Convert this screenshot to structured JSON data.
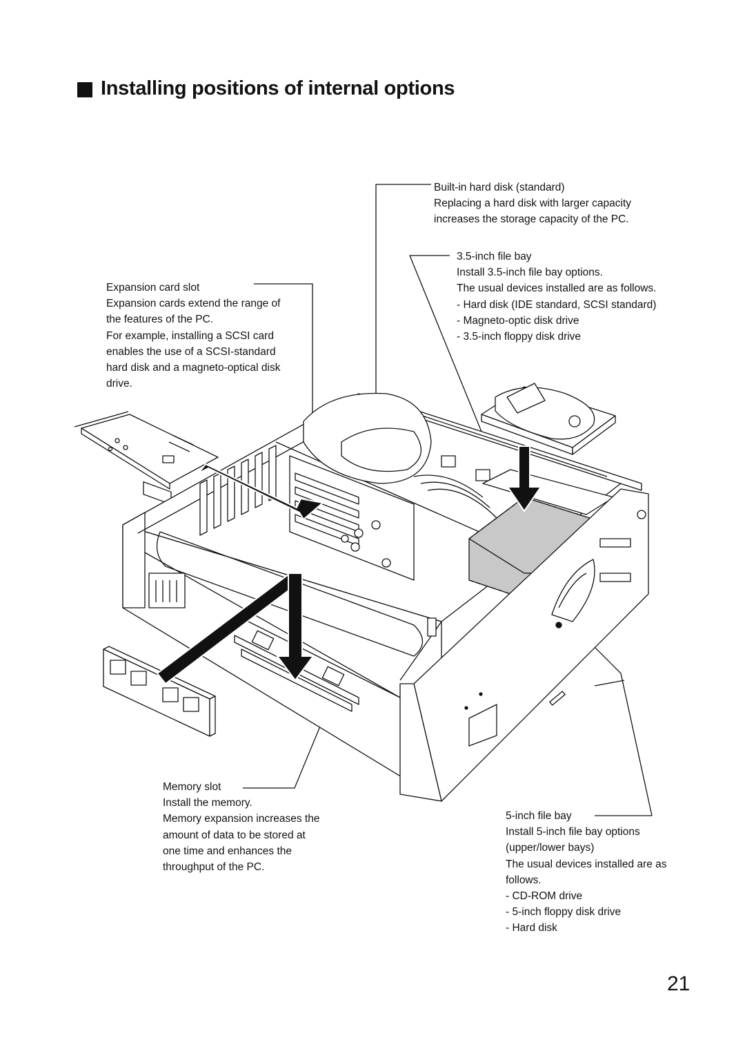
{
  "heading": "Installing positions of internal options",
  "callouts": {
    "hard_disk": {
      "title": "Built-in hard disk (standard)",
      "lines": [
        "Replacing a hard disk with larger capacity",
        "increases the storage capacity of the PC."
      ]
    },
    "bay35": {
      "title": "3.5-inch file bay",
      "lines": [
        "Install 3.5-inch file bay options.",
        "The usual devices installed are as follows."
      ],
      "items": [
        "Hard disk (IDE standard, SCSI standard)",
        "Magneto-optic disk drive",
        "3.5-inch floppy disk drive"
      ]
    },
    "expansion": {
      "title": "Expansion card slot",
      "lines": [
        "Expansion cards extend the range of",
        "the features of the PC.",
        "For example, installing a SCSI card",
        "enables the use of a SCSI-standard",
        "hard disk and a magneto-optical disk",
        "drive."
      ]
    },
    "memory": {
      "title": "Memory slot",
      "lines": [
        "Install the memory.",
        "Memory expansion increases the",
        "amount of data to be stored at",
        "one time and enhances the",
        "throughput of the PC."
      ]
    },
    "bay5": {
      "title": "5-inch file bay",
      "lines": [
        "Install 5-inch file bay options",
        "(upper/lower bays)",
        "The usual devices installed are as",
        "follows."
      ],
      "items": [
        "CD-ROM drive",
        "5-inch floppy disk drive",
        "Hard disk"
      ]
    }
  },
  "page_number": "21"
}
